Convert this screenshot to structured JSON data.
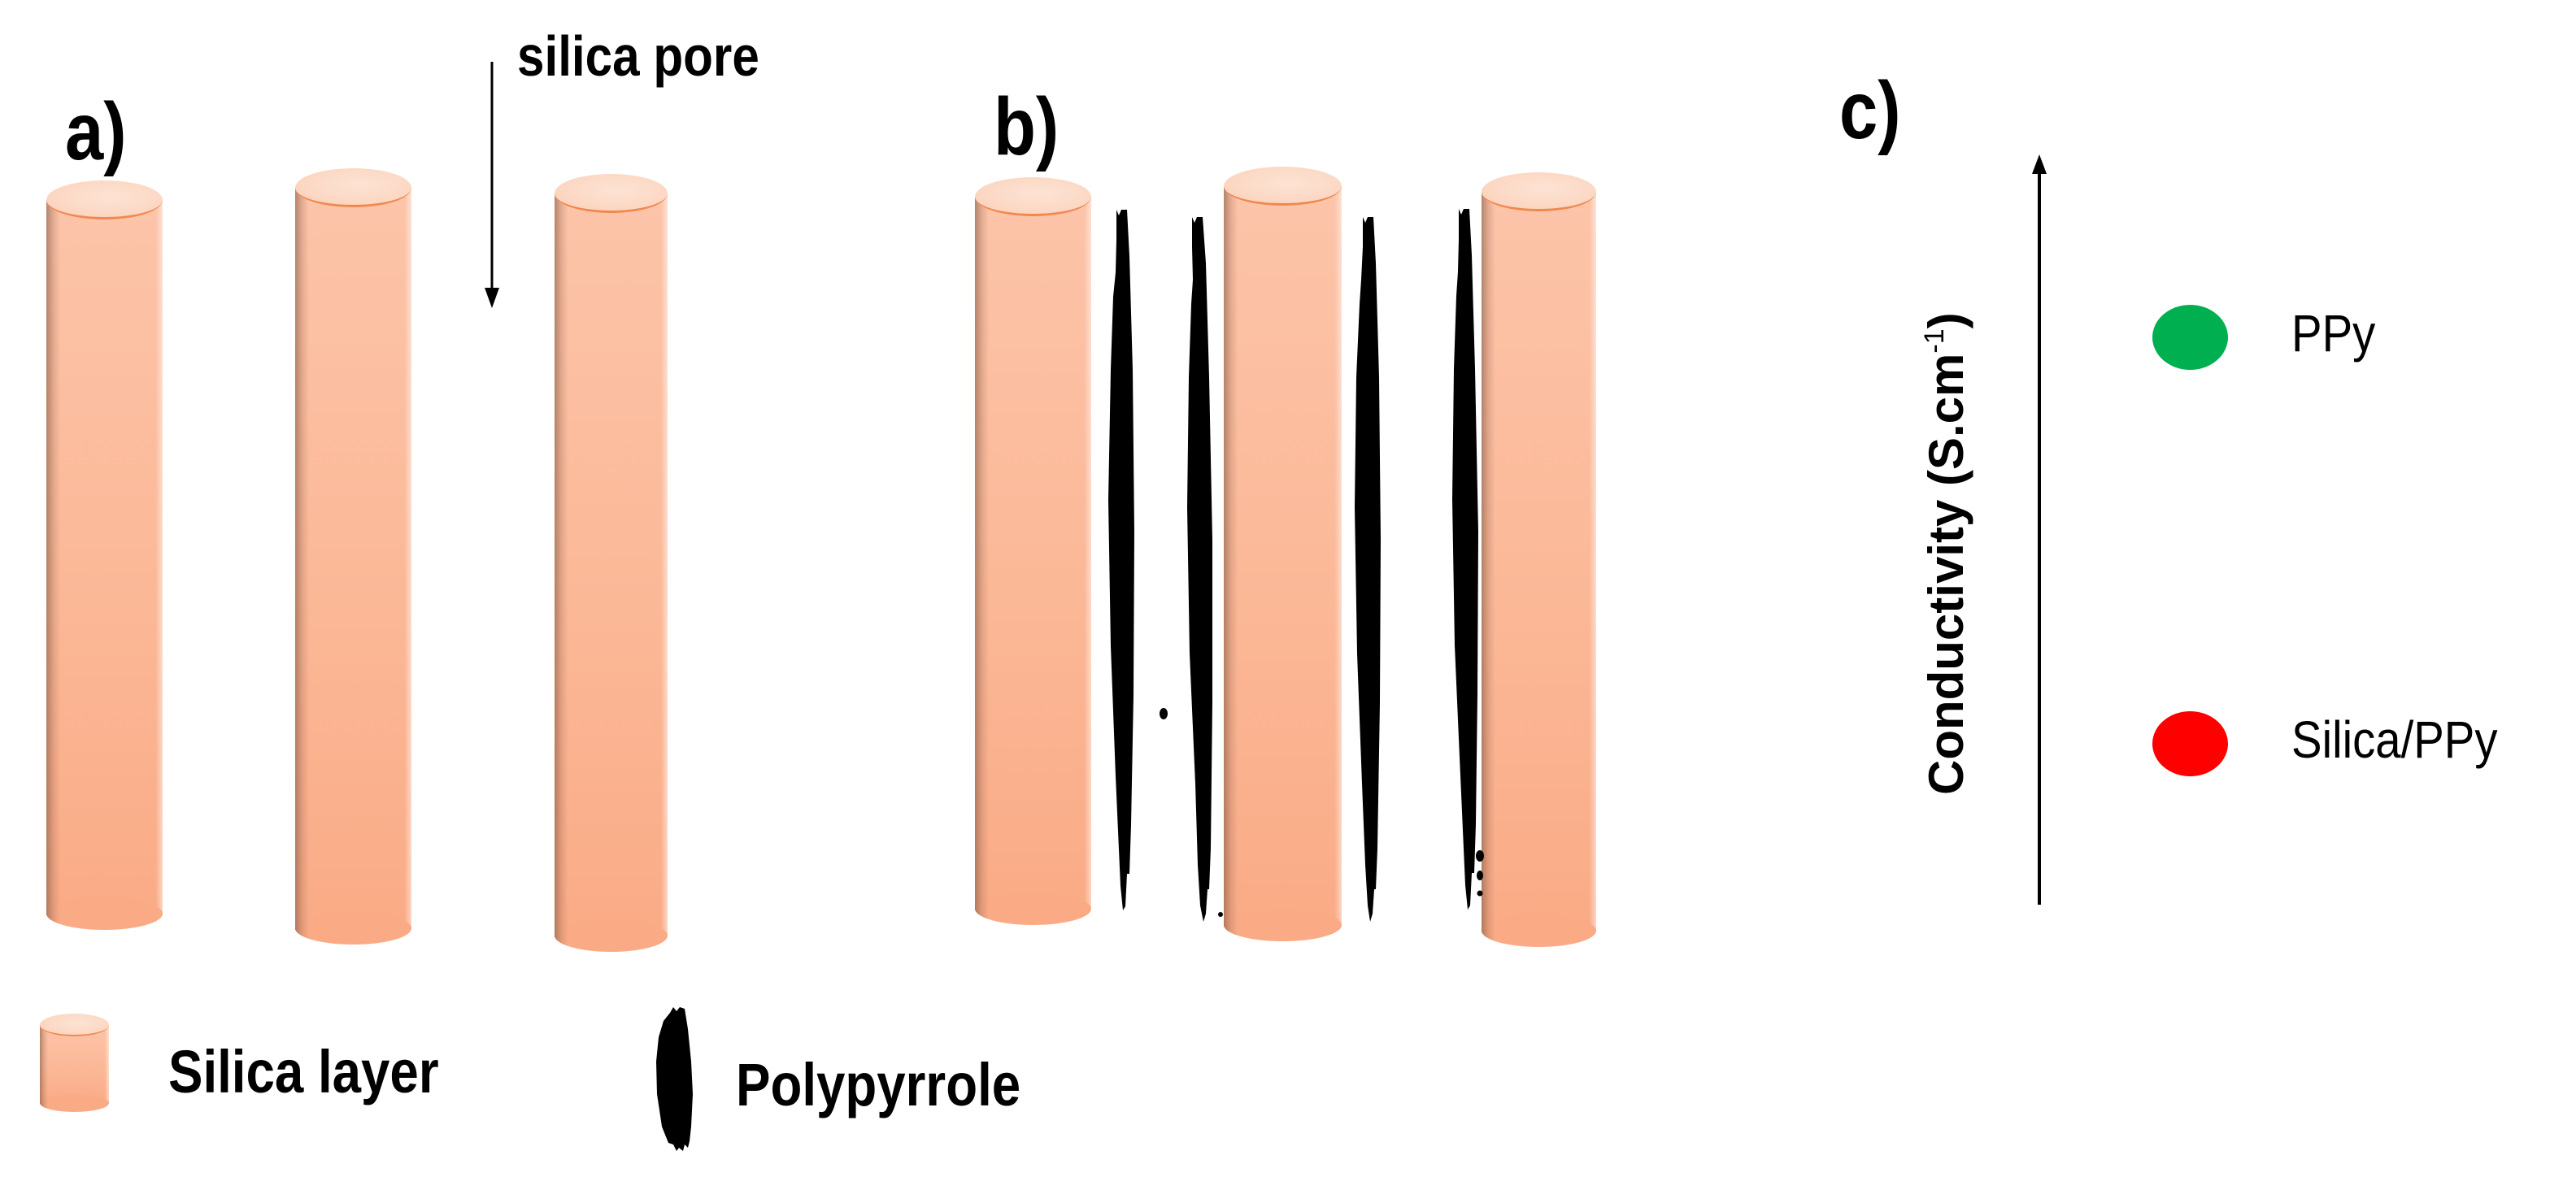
{
  "panels": {
    "a": {
      "label": "a)",
      "annotation": "silica pore"
    },
    "b": {
      "label": "b)"
    },
    "c": {
      "label": "c)",
      "axis_label_main": "Conductivity (S.cm",
      "axis_label_sup": "-1",
      "axis_label_close": ")"
    }
  },
  "legend": {
    "silica": "Silica layer",
    "polypyrrole": "Polypyrrole"
  },
  "colors": {
    "silica_body": "#fbb897",
    "silica_rim": "#f0894f",
    "polypyrrole": "#000000",
    "ppy_dot": "#00b050",
    "silica_ppy_dot": "#ff0000"
  },
  "chart_data": {
    "type": "scatter",
    "title": "",
    "xlabel": "",
    "ylabel": "Conductivity (S.cm-1)",
    "axis": "arrow up, no ticks (qualitative)",
    "series": [
      {
        "name": "PPy",
        "color": "#00b050",
        "relative_rank": "high"
      },
      {
        "name": "Silica/PPy",
        "color": "#ff0000",
        "relative_rank": "low"
      }
    ],
    "categories": [
      "PPy",
      "Silica/PPy"
    ],
    "values": [
      "higher",
      "lower"
    ]
  }
}
